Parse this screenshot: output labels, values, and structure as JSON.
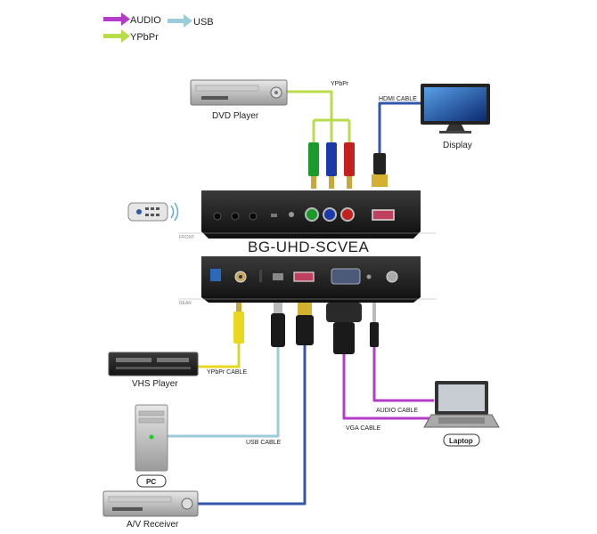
{
  "legend": {
    "audio": "AUDIO",
    "usb": "USB",
    "ypbpr": "YPbPr"
  },
  "model_name": "BG-UHD-SCVEA",
  "panels": {
    "front": "FRONT",
    "rear": "REAR"
  },
  "devices": {
    "dvd": "DVD Player",
    "display": "Display",
    "vhs": "VHS Player",
    "pc": "PC",
    "av_receiver": "A/V Receiver",
    "laptop": "Laptop"
  },
  "cables": {
    "ypbpr_top": "YPbPr",
    "hdmi": "HDMI CABLE",
    "ypbpr_vhs": "YPbPr CABLE",
    "usb": "USB CABLE",
    "audio": "AUDIO CABLE",
    "vga": "VGA CABLE"
  },
  "colors": {
    "audio": "#b43cc8",
    "usb": "#9ccbd9",
    "ypbpr": "#b8dc4a",
    "hdmi": "#3355aa",
    "ypbpr_yellow": "#e8d820",
    "rca_green": "#1a9a2a",
    "rca_blue": "#1a3aaa",
    "rca_red": "#c42020"
  }
}
